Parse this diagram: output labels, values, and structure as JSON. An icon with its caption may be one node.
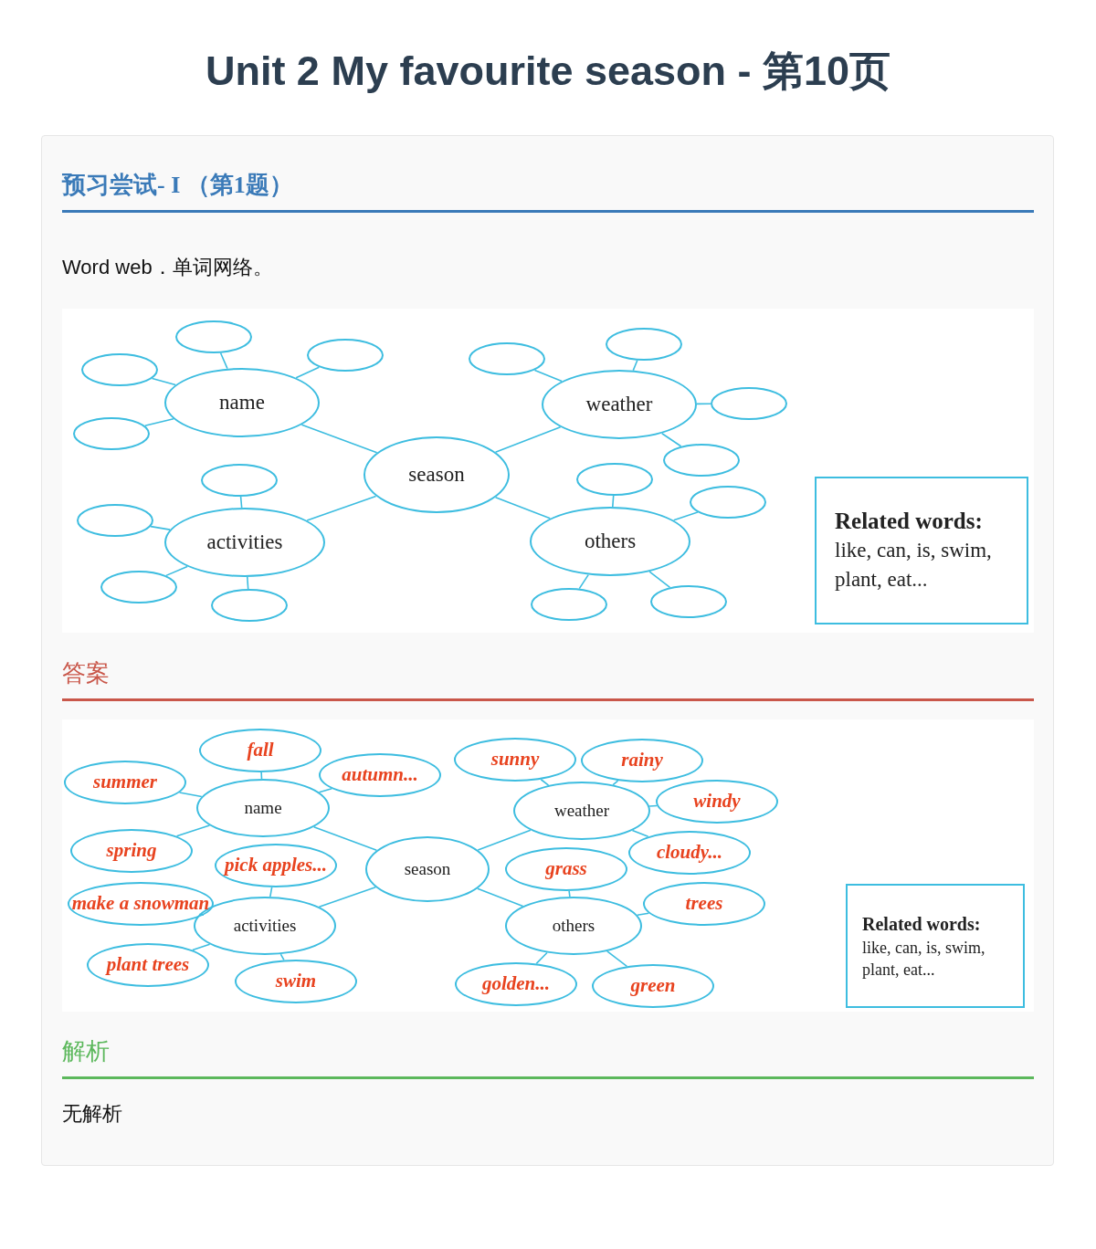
{
  "diagram": {
    "title": "Unit 2 My favourite season - 第10页",
    "nodes": [
      {
        "text": [
          "name"
        ]
      },
      {
        "text": [
          "weather"
        ]
      },
      {
        "text": [
          "season"
        ]
      },
      {
        "text": [
          "activities"
        ]
      },
      {
        "text": [
          "others"
        ]
      },
      {
        "text": [],
        "shape": "ellipse"
      },
      {
        "text": [],
        "shape": "ellipse"
      },
      {
        "text": [],
        "shape": "ellipse"
      },
      {
        "text": [],
        "shape": "ellipse"
      },
      {
        "text": [],
        "shape": "ellipse"
      },
      {
        "text": [],
        "shape": "ellipse"
      },
      {
        "text": [],
        "shape": "ellipse"
      },
      {
        "text": [],
        "shape": "ellipse"
      },
      {
        "text": [],
        "shape": "ellipse"
      },
      {
        "text": [],
        "shape": "ellipse"
      },
      {
        "text": [],
        "shape": "ellipse"
      },
      {
        "text": [],
        "shape": "ellipse"
      },
      {
        "text": [],
        "shape": "ellipse"
      },
      {
        "text": [],
        "shape": "ellipse"
      },
      {
        "text": [],
        "shape": "ellipse"
      },
      {
        "text": [],
        "shape": "ellipse"
      },
      {
        "text": [
          "Related words:",
          "like, can, is, swim, plant, eat..."
        ]
      },
      {
        "text": [
          "name"
        ]
      },
      {
        "text": [
          "weather"
        ]
      },
      {
        "text": [
          "season"
        ]
      },
      {
        "text": [
          "activities"
        ]
      },
      {
        "text": [
          "others"
        ]
      },
      {
        "text": [
          "fall"
        ]
      },
      {
        "text": [
          "summer"
        ]
      },
      {
        "text": [
          "autumn..."
        ]
      },
      {
        "text": [
          "spring"
        ]
      },
      {
        "text": [
          "sunny"
        ]
      },
      {
        "text": [
          "rainy"
        ]
      },
      {
        "text": [
          "windy"
        ]
      },
      {
        "text": [
          "cloudy..."
        ]
      },
      {
        "text": [
          "pick apples..."
        ]
      },
      {
        "text": [
          "make a snowman"
        ]
      },
      {
        "text": [
          "plant trees"
        ]
      },
      {
        "text": [
          "swim"
        ]
      },
      {
        "text": [
          "grass"
        ]
      },
      {
        "text": [
          "trees"
        ]
      },
      {
        "text": [
          "golden..."
        ]
      },
      {
        "text": [
          "green"
        ]
      },
      {
        "text": [
          "Related words:",
          "like, can, is, swim, plant, eat..."
        ]
      }
    ],
    "edges": [
      {
        "from": 2,
        "to": 0,
        "arrow": "none"
      },
      {
        "from": 2,
        "to": 1,
        "arrow": "none"
      },
      {
        "from": 2,
        "to": 3,
        "arrow": "none"
      },
      {
        "from": 2,
        "to": 4,
        "arrow": "none"
      },
      {
        "from": 0,
        "to": 5,
        "arrow": "none"
      },
      {
        "from": 0,
        "to": 6,
        "arrow": "none"
      },
      {
        "from": 0,
        "to": 7,
        "arrow": "none"
      },
      {
        "from": 0,
        "to": 8,
        "arrow": "none"
      },
      {
        "from": 1,
        "to": 9,
        "arrow": "none"
      },
      {
        "from": 1,
        "to": 10,
        "arrow": "none"
      },
      {
        "from": 1,
        "to": 11,
        "arrow": "none"
      },
      {
        "from": 1,
        "to": 12,
        "arrow": "none"
      },
      {
        "from": 3,
        "to": 13,
        "arrow": "none"
      },
      {
        "from": 3,
        "to": 14,
        "arrow": "none"
      },
      {
        "from": 3,
        "to": 15,
        "arrow": "none"
      },
      {
        "from": 3,
        "to": 16,
        "arrow": "none"
      },
      {
        "from": 4,
        "to": 17,
        "arrow": "none"
      },
      {
        "from": 4,
        "to": 18,
        "arrow": "none"
      },
      {
        "from": 4,
        "to": 19,
        "arrow": "none"
      },
      {
        "from": 4,
        "to": 20,
        "arrow": "none"
      },
      {
        "from": 24,
        "to": 22,
        "arrow": "none"
      },
      {
        "from": 24,
        "to": 23,
        "arrow": "none"
      },
      {
        "from": 24,
        "to": 25,
        "arrow": "none"
      },
      {
        "from": 24,
        "to": 26,
        "arrow": "none"
      },
      {
        "from": 22,
        "to": 27,
        "arrow": "none"
      },
      {
        "from": 22,
        "to": 28,
        "arrow": "none"
      },
      {
        "from": 22,
        "to": 29,
        "arrow": "none"
      },
      {
        "from": 22,
        "to": 30,
        "arrow": "none"
      },
      {
        "from": 23,
        "to": 31,
        "arrow": "none"
      },
      {
        "from": 23,
        "to": 32,
        "arrow": "none"
      },
      {
        "from": 23,
        "to": 33,
        "arrow": "none"
      },
      {
        "from": 23,
        "to": 34,
        "arrow": "none"
      },
      {
        "from": 25,
        "to": 35,
        "arrow": "none"
      },
      {
        "from": 25,
        "to": 36,
        "arrow": "none"
      },
      {
        "from": 25,
        "to": 37,
        "arrow": "none"
      },
      {
        "from": 25,
        "to": 38,
        "arrow": "none"
      },
      {
        "from": 26,
        "to": 39,
        "arrow": "none"
      },
      {
        "from": 26,
        "to": 40,
        "arrow": "none"
      },
      {
        "from": 26,
        "to": 41,
        "arrow": "none"
      },
      {
        "from": 26,
        "to": 42,
        "arrow": "none"
      }
    ],
    "labels": [
      "预习尝试- I （第1题）",
      "Word web．单词网络。",
      "答案",
      "解析",
      "无解析"
    ]
  }
}
